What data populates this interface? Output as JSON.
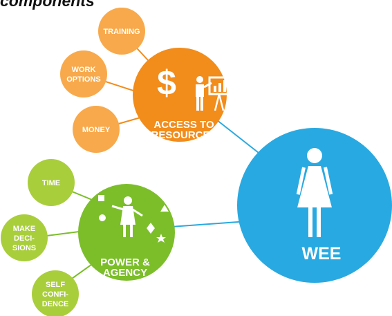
{
  "top_partial_text": "components",
  "colors": {
    "orange_dark": "#F28C1B",
    "orange_light": "#F8A94B",
    "green_dark": "#7BBE2A",
    "green_light": "#A9CE3C",
    "blue": "#29A9E1",
    "connector": "#29A9E1",
    "connector_orange": "#F28C1B",
    "connector_green": "#7BBE2A",
    "white": "#FFFFFF"
  },
  "hubs": {
    "resources": {
      "label_line1": "ACCESS TO",
      "label_line2": "RESOURCES",
      "icons": [
        "dollar-sign-icon",
        "presenter-with-chart-icon"
      ],
      "items": [
        "TRAINING",
        "WORK OPTIONS",
        "MONEY"
      ]
    },
    "agency": {
      "label_line1": "POWER &",
      "label_line2": "AGENCY",
      "icons": [
        "person-juggling-shapes-icon"
      ],
      "items": [
        "TIME",
        "MAKE DECI- SIONS",
        "SELF CONFI- DENCE"
      ]
    },
    "wee": {
      "label": "WEE",
      "icons": [
        "woman-icon"
      ]
    }
  },
  "node_text": {
    "training": "TRAINING",
    "work_1": "WORK",
    "work_2": "OPTIONS",
    "money": "MONEY",
    "time": "TIME",
    "make_1": "MAKE",
    "make_2": "DECI-",
    "make_3": "SIONS",
    "self_1": "SELF",
    "self_2": "CONFI-",
    "self_3": "DENCE"
  }
}
